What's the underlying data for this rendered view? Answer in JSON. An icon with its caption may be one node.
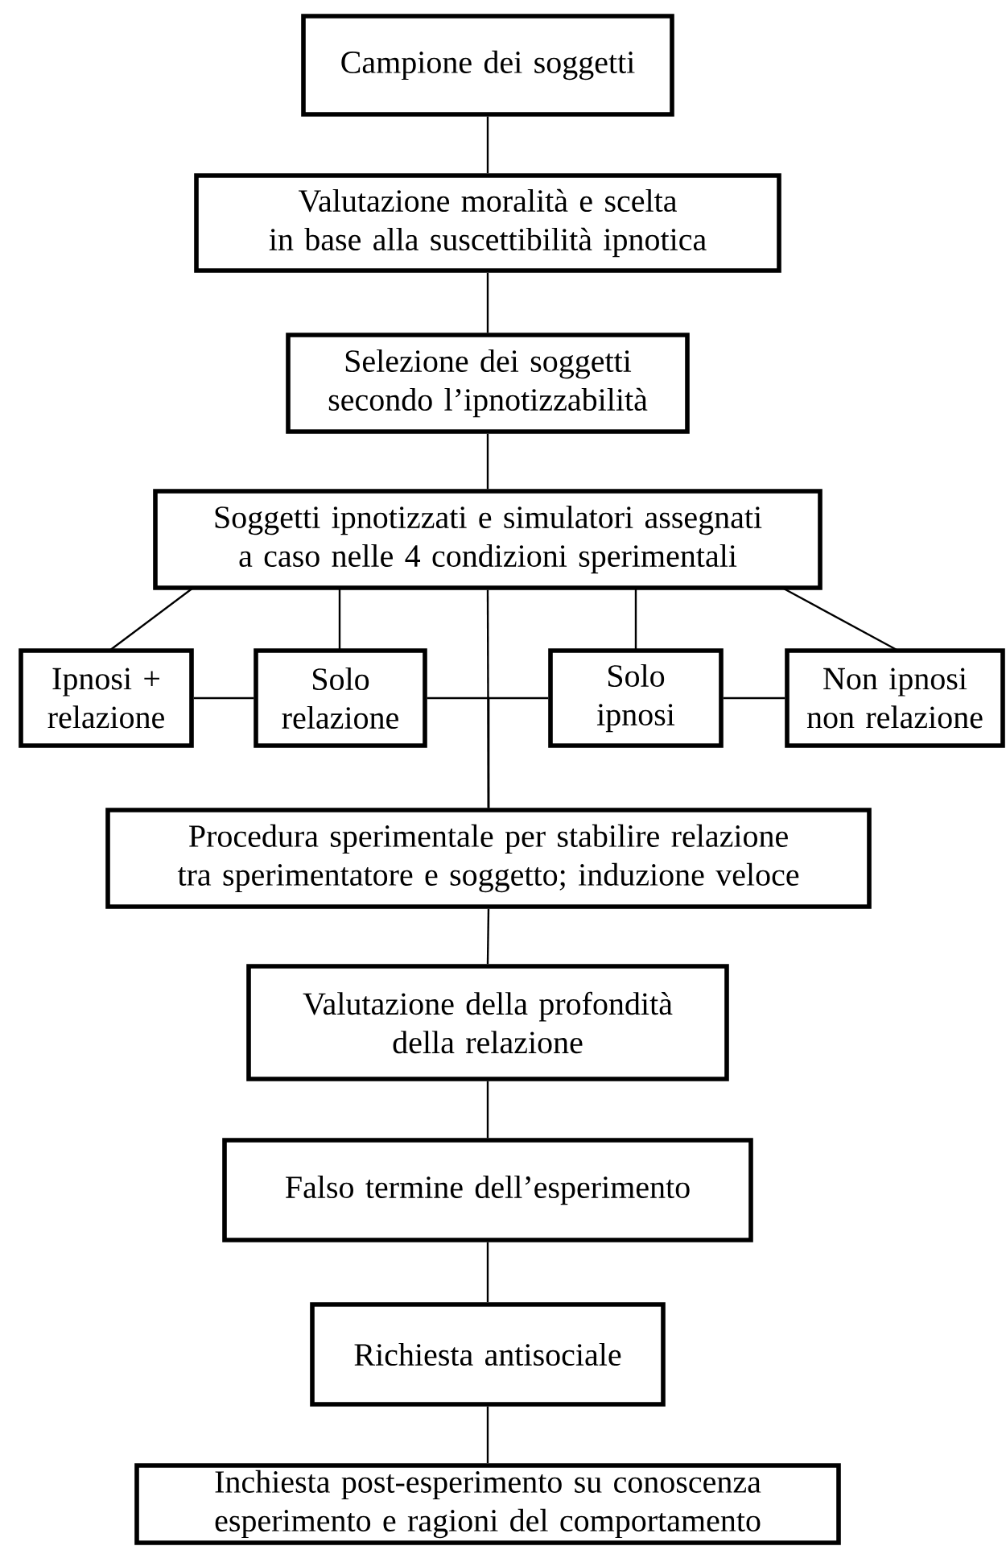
{
  "diagram": {
    "nodes": [
      {
        "text": [
          "Campione dei soggetti"
        ]
      },
      {
        "text": [
          "Valutazione moralità e scelta in base alla suscettibilità ipnotica"
        ]
      },
      {
        "text": [
          "Selezione dei soggetti secondo l’ipnotizzabilità"
        ]
      },
      {
        "text": [
          "Soggetti ipnotizzati e simulatori assegnati a caso nelle 4 condizioni sperimentali"
        ]
      },
      {
        "text": [
          "Ipnosi + relazione"
        ]
      },
      {
        "text": [
          "Solo relazione"
        ]
      },
      {
        "text": [
          "Solo ipnosi"
        ]
      },
      {
        "text": [
          "Non ipnosi non relazione"
        ]
      },
      {
        "text": [
          "Procedura sperimentale per stabilire relazione tra sperimentatore e soggetto; induzione veloce"
        ]
      },
      {
        "text": [
          "Valutazione della profondità della relazione"
        ]
      },
      {
        "text": [
          "Falso termine dell’esperimento"
        ]
      },
      {
        "text": [
          "Richiesta antisociale"
        ]
      },
      {
        "text": [
          "Inchiesta post-esperimento su conoscenza esperimento e ragioni del comportamento"
        ]
      }
    ],
    "edges": [
      {
        "from": 0,
        "to": 1,
        "arrow": "none"
      },
      {
        "from": 1,
        "to": 2,
        "arrow": "none"
      },
      {
        "from": 2,
        "to": 3,
        "arrow": "none"
      },
      {
        "from": 3,
        "to": 4,
        "arrow": "none"
      },
      {
        "from": 3,
        "to": 5,
        "arrow": "none"
      },
      {
        "from": 3,
        "to": 6,
        "arrow": "none"
      },
      {
        "from": 3,
        "to": 7,
        "arrow": "none"
      },
      {
        "from": 3,
        "to": 8,
        "arrow": "none"
      },
      {
        "from": 4,
        "to": 5,
        "arrow": "none"
      },
      {
        "from": 5,
        "to": 8,
        "arrow": "none"
      },
      {
        "from": 6,
        "to": 8,
        "arrow": "none"
      },
      {
        "from": 7,
        "to": 6,
        "arrow": "none"
      },
      {
        "from": 8,
        "to": 9,
        "arrow": "none"
      },
      {
        "from": 9,
        "to": 10,
        "arrow": "none"
      },
      {
        "from": 10,
        "to": 11,
        "arrow": "none"
      },
      {
        "from": 11,
        "to": 12,
        "arrow": "none"
      }
    ]
  }
}
